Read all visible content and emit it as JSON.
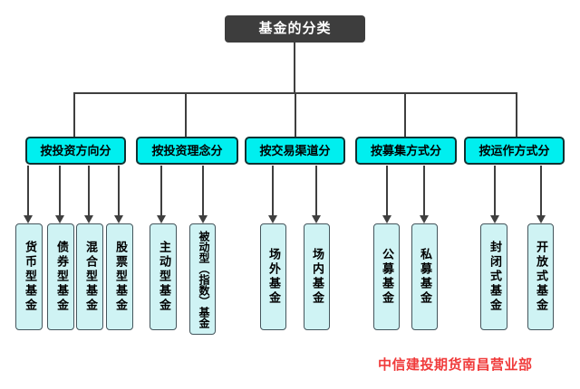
{
  "title": "基金的分类",
  "categories": [
    {
      "label": "按投资方向分",
      "children": [
        "货币型基金",
        "债券型基金",
        "混合型基金",
        "股票型基金"
      ]
    },
    {
      "label": "按投资理念分",
      "children": [
        "主动型基金",
        "被动型（指数）基金"
      ]
    },
    {
      "label": "按交易渠道分",
      "children": [
        "场外基金",
        "场内基金"
      ]
    },
    {
      "label": "按募集方式分",
      "children": [
        "公募基金",
        "私募基金"
      ]
    },
    {
      "label": "按运作方式分",
      "children": [
        "封闭式基金",
        "开放式基金"
      ]
    }
  ],
  "footer": "中信建投期货南昌营业部",
  "colors": {
    "root_fill": "#3d3d3d",
    "root_text": "#ffffff",
    "category_fill": "#00efef",
    "leaf_fill": "#cff3f4",
    "line": "#3f3f3f",
    "footer_text": "#f03b3b"
  }
}
